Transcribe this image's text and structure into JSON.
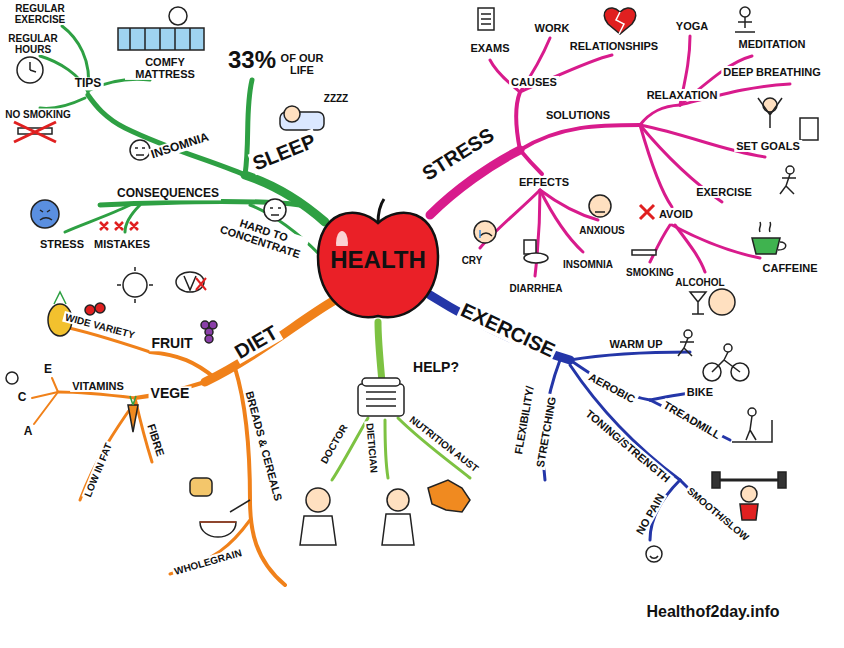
{
  "diagram": {
    "nodes": [
      {
        "text": [
          "HEALTH"
        ]
      }
    ],
    "labels": [
      "REGULAR EXERCISE",
      "REGULAR HOURS",
      "TIPS",
      "COMFY MATTRESS",
      "NO SMOKING",
      "33%",
      "OF OUR LIFE",
      "ZZZZ",
      "INSOMNIA",
      "SLEEP",
      "CONSEQUENCES",
      "HARD TO CONCENTRATE",
      "STRESS",
      "MISTAKES",
      "EXAMS",
      "WORK",
      "RELATIONSHIPS",
      "CAUSES",
      "YOGA",
      "MEDITATION",
      "RELAXATION",
      "DEEP BREATHING",
      "SOLUTIONS",
      "SET GOALS",
      "STRESS",
      "EFFECTS",
      "EXERCISE",
      "AVOID",
      "ANXIOUS",
      "CRY",
      "INSOMNIA",
      "DIARRHEA",
      "SMOKING",
      "CAFFEINE",
      "ALCOHOL",
      "EXERCISE",
      "WARM UP",
      "BIKE",
      "AEROBIC",
      "TREADMILL",
      "FLEXIBILITY/",
      "STRETCHING",
      "TONING/STRENGTH",
      "SMOOTH/SLOW",
      "NO PAIN",
      "HELP?",
      "DOCTOR",
      "DIETICIAN",
      "NUTRITION AUST",
      "DIET",
      "FRUIT",
      "WIDE VARIETY",
      "VEGE",
      "VITAMINS",
      "E",
      "C",
      "A",
      "FIBRE",
      "LOW IN FAT",
      "BREADS & CEREALS",
      "WHOLEGRAIN",
      "Healthof2day.info"
    ]
  }
}
